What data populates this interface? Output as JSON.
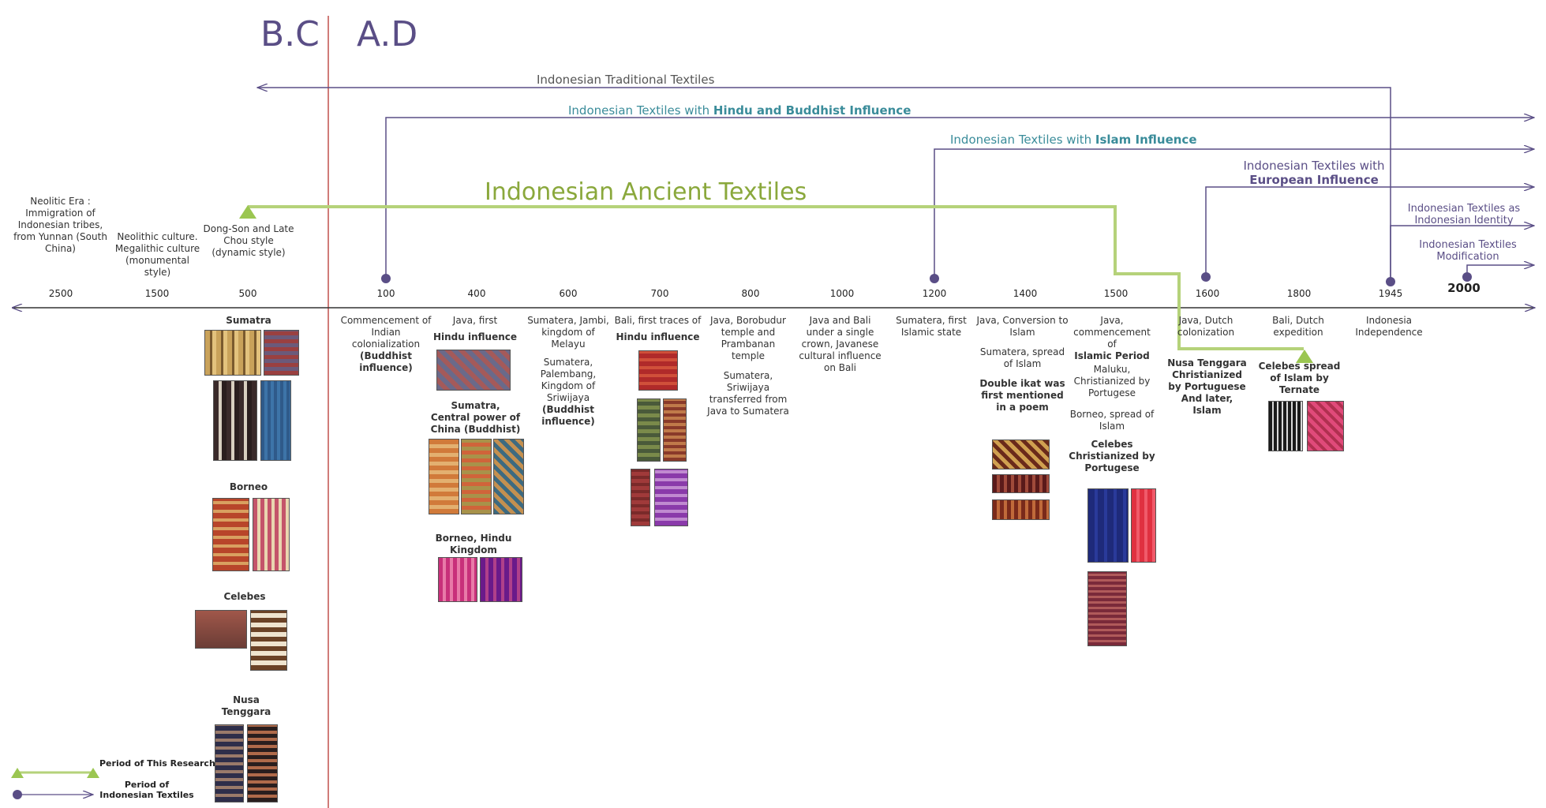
{
  "era": {
    "bc": "B.C",
    "ad": "A.D"
  },
  "periods": {
    "traditional": "Indonesian Traditional Textiles",
    "hindu_prefix": "Indonesian Textiles with ",
    "hindu_bold": "Hindu and Buddhist Influence",
    "islam_prefix": "Indonesian Textiles with ",
    "islam_bold": "Islam Influence",
    "european_line1": "Indonesian Textiles with",
    "european_bold": "European Influence",
    "identity_line1": "Indonesian Textiles as",
    "identity_line2": "Indonesian Identity",
    "modification_line1": "Indonesian Textiles",
    "modification_line2": "Modification",
    "ancient": "Indonesian Ancient Textiles"
  },
  "years": [
    "2500",
    "1500",
    "500",
    "100",
    "400",
    "600",
    "700",
    "800",
    "1000",
    "1200",
    "1400",
    "1500",
    "1600",
    "1800",
    "1945",
    "2000"
  ],
  "above": {
    "neolitic_era": "Neolitic Era : Immigration of Indonesian tribes, from Yunnan (South China)",
    "neolithic_culture": "Neolithic culture. Megalithic culture (monumental style)",
    "dong_son": "Dong-Son and Late Chou style (dynamic style)"
  },
  "bc_regions": {
    "sumatra": "Sumatra",
    "borneo": "Borneo",
    "celebes": "Celebes",
    "nusa": "Nusa Tenggara"
  },
  "events": {
    "e100_a": "Commencement of Indian colonialization",
    "e100_b": "(Buddhist influence)",
    "e400_a": "Java, first",
    "e400_b": "Hindu influence",
    "e400_c": "Sumatra, Central power of China (Buddhist)",
    "e400_d": "Borneo, Hindu Kingdom",
    "e600_a": "Sumatera, Jambi, kingdom of Melayu",
    "e600_b": "Sumatera, Palembang, Kingdom of Sriwijaya",
    "e600_c": "(Buddhist influence)",
    "e700_a": "Bali, first traces of",
    "e700_b": "Hindu influence",
    "e800_a": "Java, Borobudur temple and Prambanan temple",
    "e800_b": "Sumatera, Sriwijaya transferred from Java to Sumatera",
    "e1000_a": "Java and Bali under a single crown, Javanese cultural influence on Bali",
    "e1200_a": "Sumatera, first Islamic state",
    "e1400_a": "Java, Conversion to Islam",
    "e1400_b": "Sumatera, spread of Islam",
    "e1400_c": "Double ikat was first mentioned in a poem",
    "e1500_a": "Java, commencement of",
    "e1500_b": "Islamic Period",
    "e1500_c": "Maluku, Christianized by Portugese",
    "e1500_d": "Borneo, spread of Islam",
    "e1500_e": "Celebes Christianized by Portugese",
    "e1600_a": "Java, Dutch colonization",
    "e1600_b": "Nusa Tenggara Christianized by Portuguese And later, Islam",
    "e1800_a": "Bali, Dutch expedition",
    "e1800_b": "Celebes  spread of Islam by Ternate",
    "e1945_a": "Indonesia Independence"
  },
  "legend": {
    "research": "Period of This Research",
    "textiles": "Period of Indonesian Textiles"
  },
  "colors": {
    "purple": "#5a4e86",
    "green": "#a8c96a",
    "green_text": "#8aa83c",
    "teal": "#3a8c9a",
    "red_divider": "#c0504d"
  }
}
